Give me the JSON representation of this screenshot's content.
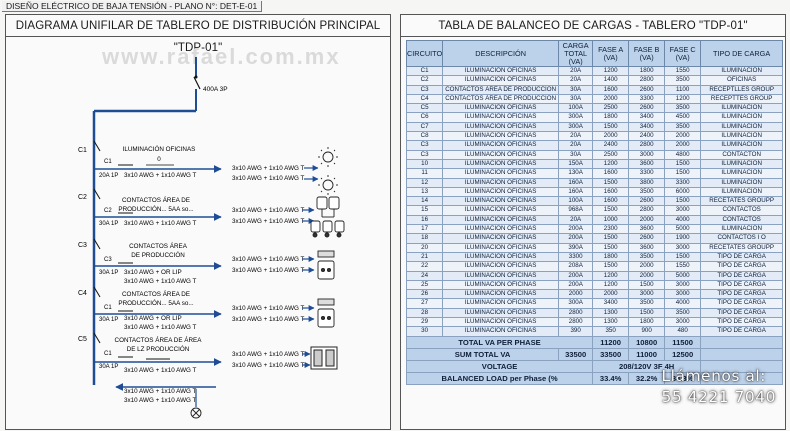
{
  "sheet_title": "DISEÑO ELÉCTRICO DE BAJA TENSIÓN - PLANO N°: DET-E-01",
  "watermark": "www.rafael.com.mx",
  "left_panel": {
    "title": "DIAGRAMA UNIFILAR DE TABLERO DE DISTRIBUCIÓN PRINCIPAL \"TDP-01\"",
    "main_breaker": "400A 3P",
    "circuits": [
      {
        "id": "C1",
        "breaker_tag": "C1",
        "breaker_rating": "20A 1P",
        "desc_lines": [
          "ILUMINACIÓN OFICINAS",
          "0"
        ],
        "wire_left": "3x10 AWG + 1x10 AWG T",
        "out_lines": [
          "3x10 AWG + 1x10 AWG T",
          "3x10 AWG + 1x10 AWG T"
        ],
        "load_icon": "lamp-icon"
      },
      {
        "id": "C2",
        "breaker_tag": "C2",
        "breaker_rating": "30A 1P",
        "desc_lines": [
          "CONTACTOS ÁREA DE",
          "PRODUCCIÓN... 5AA so..."
        ],
        "wire_left": "3x10 AWG + 1x10 AWG T",
        "out_lines": [
          "3x10 AWG + 1x10 AWG T",
          "3x10 AWG + 1x10 AWG T"
        ],
        "load_icon": "receptacle-group-icon"
      },
      {
        "id": "C3",
        "breaker_tag": "C3",
        "breaker_rating": "30A 1P",
        "desc_lines": [
          "CONTACTOS ÁREA",
          "DE PRODUCCIÓN"
        ],
        "wire_left": "3x10 AWG + OR LIP",
        "wire_left2": "3x10 AWG + 1x10 AWG T",
        "out_lines": [
          "3x10 AWG + 1x10 AWG T",
          "3x10 AWG + 1x10 AWG T"
        ],
        "load_icon": "outlet-icon"
      },
      {
        "id": "C4",
        "breaker_tag": "C1",
        "breaker_rating": "30A 1P",
        "desc_lines": [
          "CONTACTOS ÁREA DE",
          "PRODUCCIÓN... 5AA so..."
        ],
        "wire_left": "3x10 AWG + OR LIP",
        "wire_left2": "3x10 AWG + 1x10 AWG T",
        "out_lines": [
          "3x10 AWG + 1x10 AWG T",
          "3x10 AWG + 1x10 AWG T"
        ],
        "load_icon": "outlet-icon"
      },
      {
        "id": "C5",
        "breaker_tag": "C1",
        "breaker_rating": "30A 1P",
        "desc_lines": [
          "CONTACTOS ÁREA DE ÁREA",
          "DE LZ PRODUCCIÓN"
        ],
        "wire_left": "3x10 AWG + 1x10 AWG T",
        "out_lines": [
          "3x10 AWG + 1x10 AWG T",
          "3x10 AWG + 1x10 AWG T"
        ],
        "load_icon": "double-outlet-icon"
      }
    ],
    "tail_lines": [
      "3x10 AWG + 1x10 AWG T",
      "3x10 AWG + 1x10 AWG T"
    ]
  },
  "right_panel": {
    "title": "TABLA DE BALANCEO DE CARGAS - TABLERO \"TDP-01\"",
    "columns": [
      "CIRCUITO",
      "DESCRIPCIÓN",
      "CARGA TOTAL (VA)",
      "FASE A (VA)",
      "FASE B (VA)",
      "FASE C (VA)",
      "TIPO DE CARGA"
    ],
    "rows": [
      [
        "C1",
        "ILUMINACIÓN OFICINAS",
        "20A",
        "1200",
        "1800",
        "1550",
        "ILUMINACIÓN"
      ],
      [
        "C2",
        "ILUMINACIÓN OFICINAS",
        "20A",
        "1400",
        "2800",
        "3500",
        "OFICINAS"
      ],
      [
        "C3",
        "CONTACTOS ÁREA DE PRODUCCIÓN",
        "30A",
        "1600",
        "2600",
        "1100",
        "RECEPTLLES GROUP"
      ],
      [
        "C4",
        "CONTACTOS ÁREA DE PRODUCCIÓN",
        "30A",
        "2000",
        "3300",
        "1200",
        "RECEPTTES GROUP"
      ],
      [
        "C5",
        "ILUMINACIÓN OFICINAS",
        "100A",
        "2500",
        "2600",
        "3500",
        "ILUMINACIÓN"
      ],
      [
        "C6",
        "ILUMINACIÓN OFICINAS",
        "300A",
        "1800",
        "3400",
        "4500",
        "ILUMINACIÓN"
      ],
      [
        "C7",
        "ILUMINACIÓN OFICINAS",
        "300A",
        "1500",
        "3400",
        "3500",
        "ILUMINACIÓN"
      ],
      [
        "C8",
        "ILUMINACIÓN OFICINAS",
        "20A",
        "2000",
        "2400",
        "2000",
        "ILUMINACIÓN"
      ],
      [
        "C3",
        "ILUMINACIÓN OFICINAS",
        "20A",
        "2400",
        "2800",
        "2000",
        "ILUMINACIÓN"
      ],
      [
        "C3",
        "ILUMINACIÓN OFICINAS",
        "30A",
        "2500",
        "3000",
        "4800",
        "CONTACTON"
      ],
      [
        "10",
        "ILUMINACIÓN OFICINAS",
        "150A",
        "1200",
        "3600",
        "1500",
        "ILUMINACIÓN"
      ],
      [
        "11",
        "ILUMINACIÓN OFICINAS",
        "130A",
        "1600",
        "3300",
        "1500",
        "ILUMINACIÓN"
      ],
      [
        "12",
        "ILUMINACIÓN OFICINAS",
        "160A",
        "1500",
        "3800",
        "3300",
        "ILUMINACIÓN"
      ],
      [
        "13",
        "ILUMINACIÓN OFICINAS",
        "160A",
        "1600",
        "3500",
        "6000",
        "ILUMINACIÓN"
      ],
      [
        "14",
        "ILUMINACIÓN OFICINAS",
        "100A",
        "1600",
        "2600",
        "1500",
        "RECETATES GROUPP"
      ],
      [
        "15",
        "ILUMINACIÓN OFICINAS",
        "968A",
        "1500",
        "2800",
        "3000",
        "CONTACTOS"
      ],
      [
        "16",
        "ILUMINACIÓN OFICINAS",
        "20A",
        "1000",
        "2000",
        "4000",
        "CONTACTOS"
      ],
      [
        "17",
        "ILUMINACIÓN OFICINAS",
        "200A",
        "2300",
        "3600",
        "5000",
        "ILUMINACIÓN"
      ],
      [
        "18",
        "ILUMINACIÓN OFICINAS",
        "200A",
        "1500",
        "2600",
        "1900",
        "CONTACTOS I O"
      ],
      [
        "20",
        "ILUMINACIÓN OFICINAS",
        "390A",
        "1500",
        "3600",
        "3000",
        "RECETATES GROUPP"
      ],
      [
        "21",
        "ILUMINACIÓN OFICINAS",
        "3300",
        "1800",
        "3500",
        "1500",
        "TIPO DE CARGA"
      ],
      [
        "22",
        "ILUMINACIÓN OFICINAS",
        "208A",
        "1500",
        "2000",
        "1550",
        "TIPO DE CARGA"
      ],
      [
        "24",
        "ILUMINACIÓN OFICINAS",
        "200A",
        "1200",
        "2000",
        "5000",
        "TIPO DE CARGA"
      ],
      [
        "25",
        "ILUMINACIÓN OFICINAS",
        "200A",
        "1200",
        "1500",
        "3000",
        "TIPO DE CARGA"
      ],
      [
        "26",
        "ILUMINACIÓN OFICINAS",
        "2000",
        "2000",
        "3000",
        "3000",
        "TIPO DE CARGA"
      ],
      [
        "27",
        "ILUMINACIÓN OFICINAS",
        "300A",
        "3400",
        "3500",
        "4000",
        "TIPO DE CARGA"
      ],
      [
        "28",
        "ILUMINACIÓN OFICINAS",
        "2800",
        "1300",
        "1500",
        "3500",
        "TIPO DE CARGA"
      ],
      [
        "29",
        "ILUMINACIÓN OFICINAS",
        "2800",
        "1300",
        "1800",
        "3000",
        "TIPO DE CARGA"
      ],
      [
        "30",
        "ILUMINACIÓN OFICINAS",
        "390",
        "350",
        "900",
        "480",
        "TIPO DE CARGA"
      ]
    ],
    "summary": {
      "total_va_label": "TOTAL VA PER PHASE",
      "total_va": [
        "11200",
        "10800",
        "11500"
      ],
      "sum_label": "SUM TOTAL VA",
      "sum_total": "33500",
      "sum_phases": [
        "33500",
        "11000",
        "12500"
      ],
      "voltage_label": "VOLTAGE",
      "voltage": "208/120V 3F 4H",
      "balanced_label": "BALANCED LOAD per Phase (%",
      "balanced": [
        "33.4%",
        "32.2%",
        "34.3%"
      ]
    }
  },
  "cta": {
    "line1": "Llámenos al:",
    "line2": "55 4221 7040"
  }
}
